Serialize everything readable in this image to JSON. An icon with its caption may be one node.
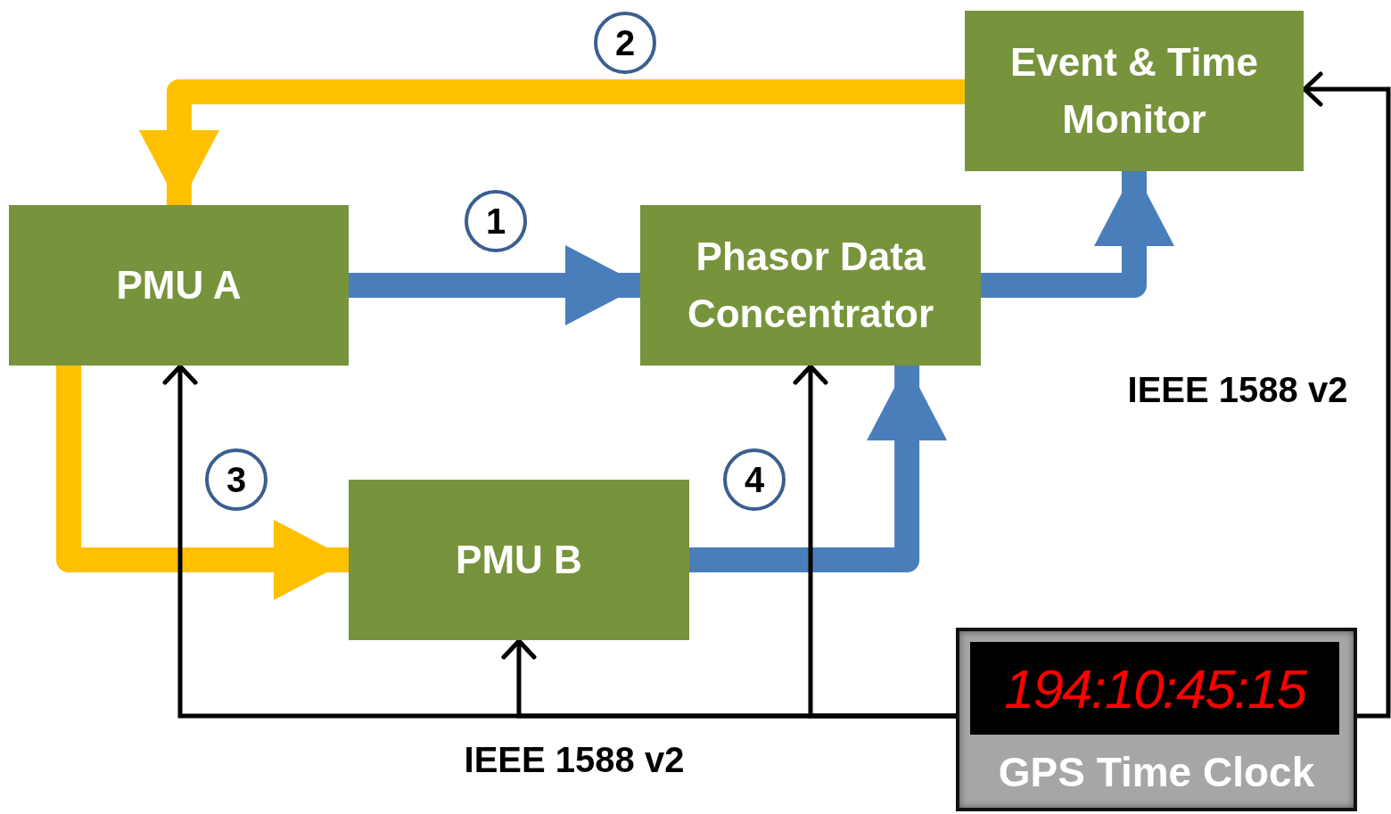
{
  "diagram": {
    "nodes": [
      {
        "text": [
          "Event & Time Monitor"
        ]
      },
      {
        "text": [
          "PMU A"
        ]
      },
      {
        "text": [
          "Phasor Data Concentrator"
        ]
      },
      {
        "text": [
          "PMU B"
        ]
      },
      {
        "text": [
          "194:10:45:15",
          "GPS Time Clock"
        ]
      }
    ],
    "edges": [
      {
        "from": 1,
        "to": 2,
        "arrow": "to",
        "label": "1",
        "color": "#4a7ebb"
      },
      {
        "from": 0,
        "to": 1,
        "arrow": "to",
        "label": "2",
        "color": "#ffc000"
      },
      {
        "from": 1,
        "to": 3,
        "arrow": "to",
        "label": "3",
        "color": "#ffc000"
      },
      {
        "from": 3,
        "to": 2,
        "arrow": "to",
        "label": "4",
        "color": "#4a7ebb"
      },
      {
        "from": 2,
        "to": 0,
        "arrow": "to",
        "color": "#4a7ebb"
      },
      {
        "from": 4,
        "to": 1,
        "arrow": "to"
      },
      {
        "from": 4,
        "to": 3,
        "arrow": "to"
      },
      {
        "from": 4,
        "to": 2,
        "arrow": "to"
      },
      {
        "from": 4,
        "to": 0,
        "arrow": "to"
      }
    ],
    "labels": [
      "IEEE 1588 v2",
      "IEEE 1588 v2"
    ]
  }
}
